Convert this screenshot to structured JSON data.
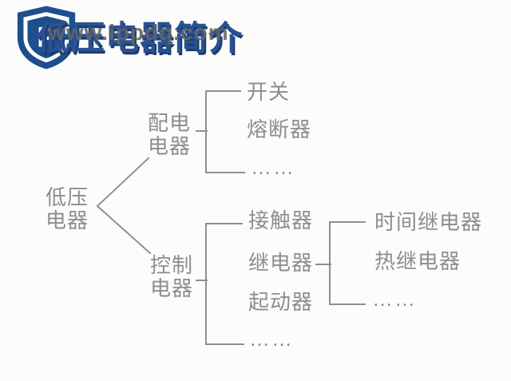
{
  "colors": {
    "background": "#fcfcfa",
    "title_blue": "#2a5292",
    "title_shadow_navy": "#1b3c70",
    "watermark_gray": "#646464",
    "diagram_text_gray": "#8d8d8d",
    "connector_line_gray": "#8f8f8f",
    "logo_blue": "#1d4e8e"
  },
  "header": {
    "title": "低压电器简介",
    "watermark": "www.ippdq.com",
    "logo_icon": "shield-logo",
    "logo_letter": "P"
  },
  "tree": {
    "root_label": "低压电器",
    "branches": [
      {
        "label": "配电电器",
        "children": [
          {
            "label": "开关"
          },
          {
            "label": "熔断器"
          },
          {
            "label": "……"
          }
        ]
      },
      {
        "label": "控制电器",
        "children": [
          {
            "label": "接触器"
          },
          {
            "label": "继电器"
          },
          {
            "label": "起动器"
          },
          {
            "label": "……"
          }
        ],
        "relay_sub_children": [
          {
            "label": "时间继电器"
          },
          {
            "label": "热继电器"
          },
          {
            "label": "……"
          }
        ]
      }
    ]
  }
}
